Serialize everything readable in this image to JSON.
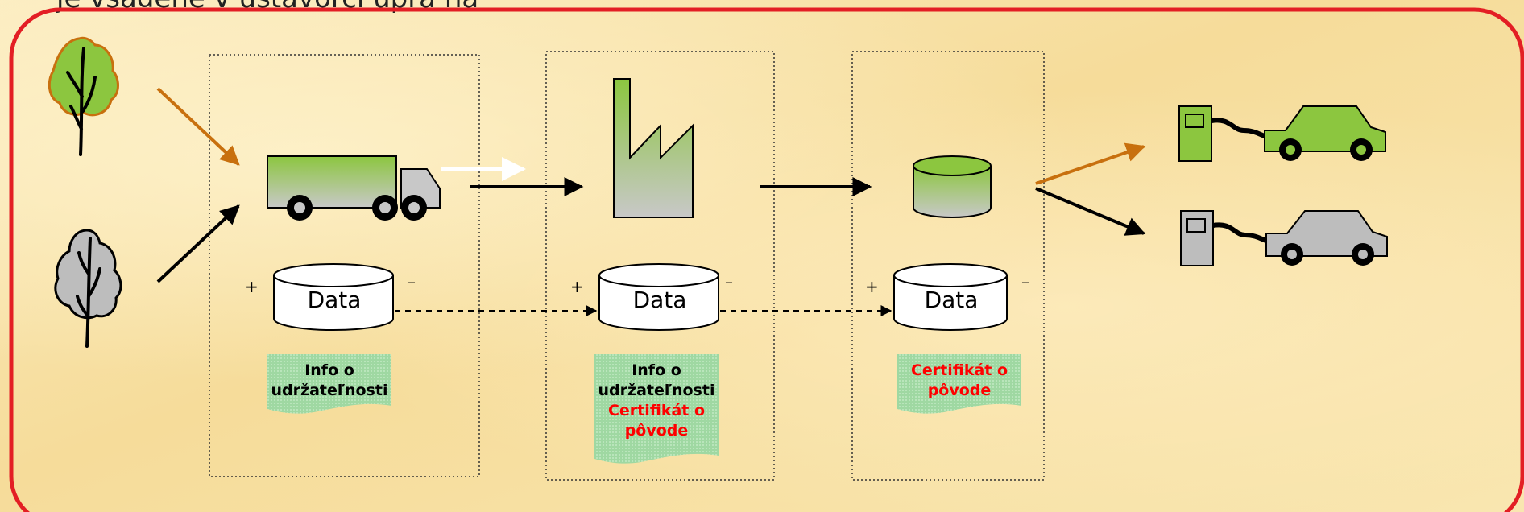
{
  "header": {
    "text": "je vsadené v ústavorčí upra na"
  },
  "stages": [
    {
      "data_label": "Data",
      "plus": "+",
      "minus": "–",
      "info_lines": [
        "Info o",
        "udržateľnosti"
      ],
      "cert_lines": []
    },
    {
      "data_label": "Data",
      "plus": "+",
      "minus": "–",
      "info_lines": [
        "Info o",
        "udržateľnosti"
      ],
      "cert_lines": [
        "Certifikát o",
        "pôvode"
      ]
    },
    {
      "data_label": "Data",
      "plus": "+",
      "minus": "–",
      "info_lines": [],
      "cert_lines": [
        "Certifikát o",
        "pôvode"
      ]
    }
  ],
  "colors": {
    "frame": "#e31e24",
    "green": "#8cc63f",
    "grey": "#bdbdbd",
    "orange_arrow": "#c8700e",
    "note_bg": "#9fd8a2",
    "cert_text": "#ff0000"
  },
  "icons": [
    "green-tree-icon",
    "grey-tree-icon",
    "truck-icon",
    "factory-icon",
    "storage-tank-icon",
    "fuel-pump-icon",
    "car-icon",
    "database-icon",
    "document-icon"
  ]
}
